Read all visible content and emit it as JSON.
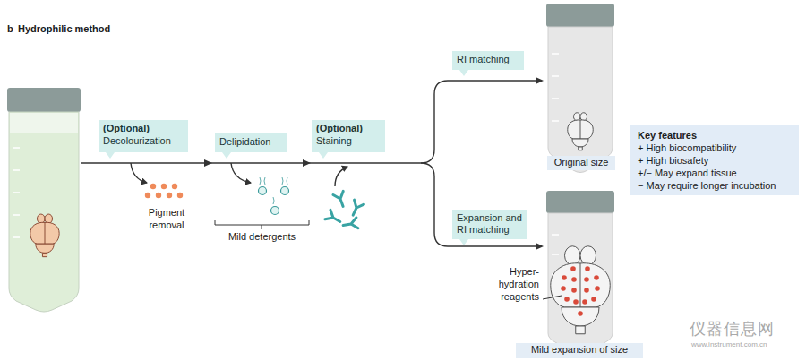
{
  "diagram": {
    "title": "Hydrophilic method",
    "nodes": [
      {
        "text": [
          "(Optional)",
          "Decolourization"
        ]
      },
      {
        "text": [
          "Delipidation"
        ]
      },
      {
        "text": [
          "(Optional)",
          "Staining"
        ]
      },
      {
        "text": [
          "RI matching"
        ]
      },
      {
        "text": [
          "Expansion and RI matching"
        ]
      },
      {
        "text": [
          "Original size"
        ]
      },
      {
        "text": [
          "Key features",
          "+ High biocompatibility",
          "+ High biosafety",
          "+/− May expand tissue",
          "− May require longer incubation"
        ]
      },
      {
        "text": [
          "Mild expansion of size"
        ]
      }
    ],
    "labels": [
      "b",
      "Pigment removal",
      "Mild detergents",
      "Hyper-hydration reagents",
      "仪器信息网",
      "www.instrument.com.cn"
    ]
  }
}
